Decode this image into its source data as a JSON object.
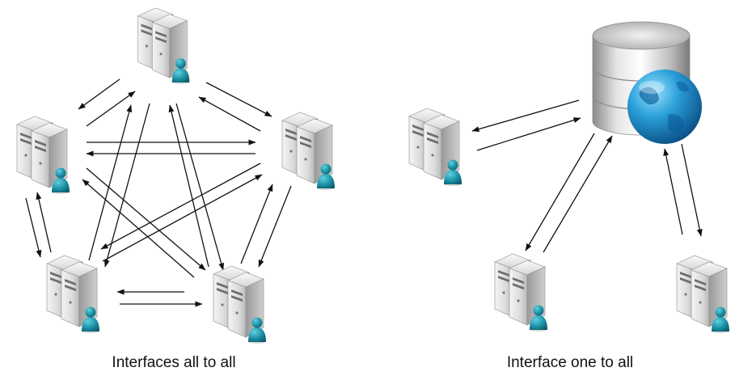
{
  "captions": {
    "left": "Interfaces all to all",
    "right": "Interface one to all"
  },
  "icons": {
    "server": "server-user-icon",
    "database": "database-globe-icon"
  },
  "colors": {
    "arrow": "#111111",
    "server_body": "#d9d9d9",
    "user": "#1a8fa3",
    "globe": "#1e88c8"
  },
  "diagrams": {
    "all_to_all": {
      "nodes": [
        "server-1",
        "server-2",
        "server-3",
        "server-4",
        "server-5"
      ],
      "connections": "each server to every other server, bidirectional"
    },
    "one_to_all": {
      "hub": "database",
      "nodes": [
        "server-a",
        "server-b",
        "server-c"
      ],
      "connections": "hub to each server, bidirectional"
    }
  }
}
